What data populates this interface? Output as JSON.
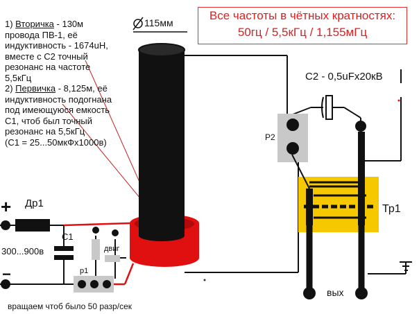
{
  "notes": {
    "p1_prefix": "1) ",
    "p1_head": "Вторичка",
    "p1_l1_rest": " - 130м",
    "p1_l2": "провода ПВ-1, её",
    "p1_l3": "индуктивность - 1674uH,",
    "p1_l4": "вместе с С2 точный",
    "p1_l5": "резонанс на частоте",
    "p1_l6": "5,5кГц",
    "p2_prefix": "2) ",
    "p2_head": "Первичка",
    "p2_l1_rest": " - 8,125м, её",
    "p2_l2": "индуктивность подогнана",
    "p2_l3": "под имеющуюся емкость",
    "p2_l4": "С1, чтоб был точный",
    "p2_l5": "резонанс на 5,5кГц",
    "p2_l6": "(С1 = 25...50мкФх1000в)"
  },
  "frequency_box": {
    "line1": "Все частоты в чётных кратностях:",
    "line2": "50гц / 5,5кГц / 1,155мГц"
  },
  "labels": {
    "diameter": "115мм",
    "c2": "С2 - 0,5uFx20кВ",
    "p2": "Р2",
    "tr1": "Тр1",
    "dr1": "Др1",
    "c1": "С1",
    "voltage": "300...900в",
    "plus": "+",
    "minus": "−",
    "motor": "двиг",
    "p1": "р1",
    "output": "вых",
    "rotation_note": "вращаем чтоб было 50 разр/сек"
  },
  "colors": {
    "primary_coil": "#e01010",
    "wire": "#111111",
    "transformer": "#f5c800",
    "spark_gap": "#c8c8c8",
    "annotation": "#e01e1e"
  }
}
